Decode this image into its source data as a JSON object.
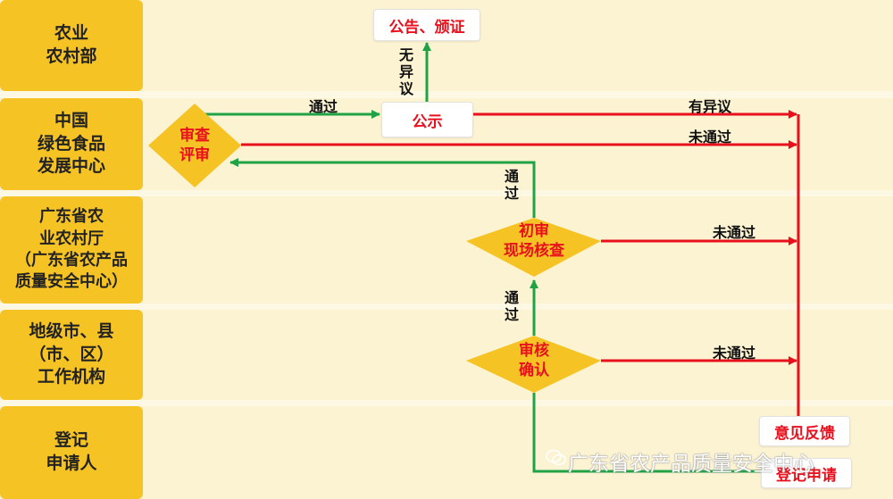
{
  "lanes": [
    {
      "label": "农业\n农村部"
    },
    {
      "label": "中国\n绿色食品\n发展中心"
    },
    {
      "label": "广东省农\n业农村厅\n（广东省农产品\n质量安全中心）"
    },
    {
      "label": "地级市、县\n（市、区）\n工作机构"
    },
    {
      "label": "登记\n申请人"
    }
  ],
  "nodes": {
    "announce": "公告、颁证",
    "publicity": "公示",
    "review": "审查\n评审",
    "initial": "初审\n现场核查",
    "verify": "审核\n确认",
    "feedback": "意见反馈",
    "apply": "登记申请"
  },
  "edges": {
    "no_objection": "无异议",
    "pass_to_publicity": "通过",
    "has_objection": "有异议",
    "not_passed_review": "未通过",
    "pass_initial": "通过",
    "not_passed_initial": "未通过",
    "pass_verify": "通过",
    "not_passed_verify": "未通过"
  },
  "watermark": "广东省农产品质量安全中心",
  "colors": {
    "lane": "#f6c324",
    "diamond": "#f6c324",
    "green": "#1fa346",
    "red": "#e8101c"
  }
}
